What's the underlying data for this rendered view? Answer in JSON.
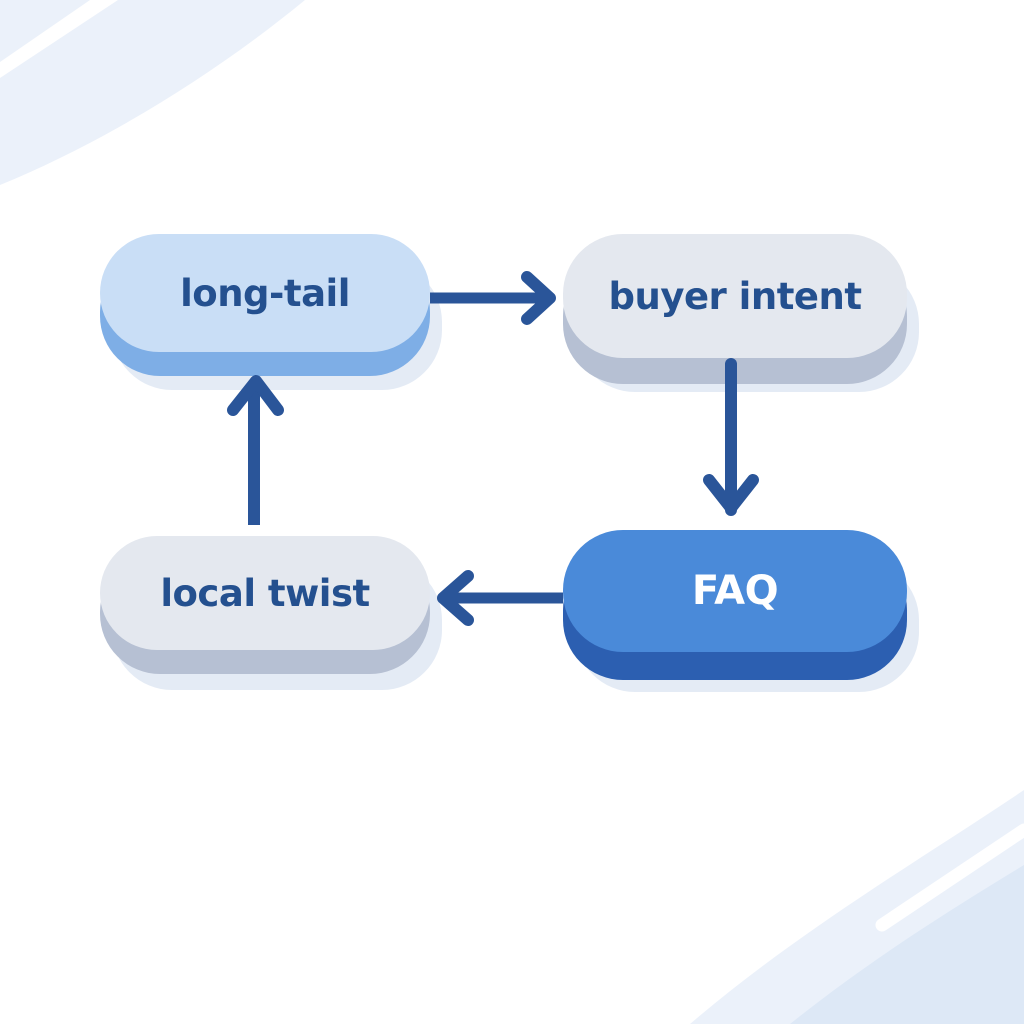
{
  "diagram": {
    "type": "cycle-flow",
    "nodes": [
      {
        "id": "long-tail",
        "label": "long-tail",
        "face_color": "#c9def6",
        "side_color": "#7eaee6",
        "text_color": "#24508f"
      },
      {
        "id": "buyer-intent",
        "label": "buyer intent",
        "face_color": "#e4e8ef",
        "side_color": "#b6c0d3",
        "text_color": "#24508f"
      },
      {
        "id": "faq",
        "label": "FAQ",
        "face_color": "#4a8ad9",
        "side_color": "#2c5fb1",
        "text_color": "#ffffff"
      },
      {
        "id": "local-twist",
        "label": "local twist",
        "face_color": "#e4e8ef",
        "side_color": "#b6c0d3",
        "text_color": "#24508f"
      }
    ],
    "edges": [
      {
        "from": "long-tail",
        "to": "buyer-intent",
        "direction": "right"
      },
      {
        "from": "buyer-intent",
        "to": "faq",
        "direction": "down"
      },
      {
        "from": "faq",
        "to": "local-twist",
        "direction": "left"
      },
      {
        "from": "local-twist",
        "to": "long-tail",
        "direction": "up"
      }
    ],
    "arrow_color": "#2a5599",
    "background_accent": "#e9f0f9"
  }
}
